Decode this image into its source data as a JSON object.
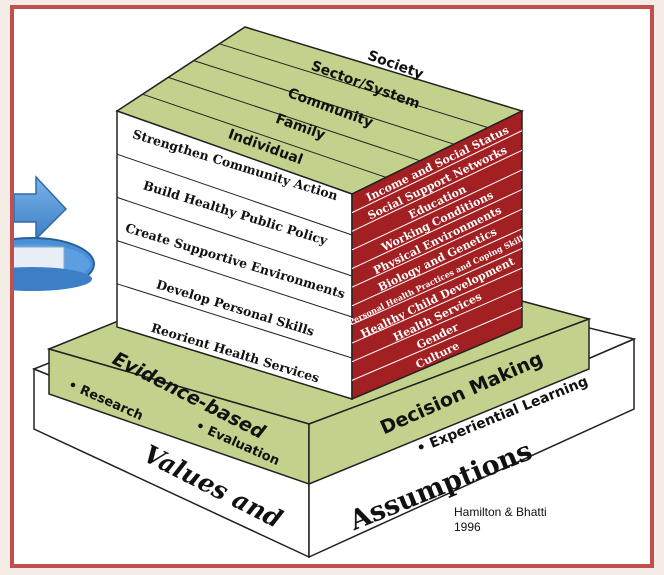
{
  "colors": {
    "frame": "#c0504d",
    "top_face": "#c2d18c",
    "right_face": "#a21f22",
    "left_face": "#ffffff",
    "platform": "#c2d18c",
    "arrow": "#4a90d9"
  },
  "top_levels": [
    "Society",
    "Sector/System",
    "Community",
    "Family",
    "Individual"
  ],
  "left_actions": [
    "Strengthen Community Action",
    "Build Healthy Public Policy",
    "Create Supportive Environments",
    "Develop Personal Skills",
    "Reorient Health Services"
  ],
  "right_determinants": [
    "Income and Social Status",
    "Social Support Networks",
    "Education",
    "Working Conditions",
    "Physical Environments",
    "Biology and Genetics",
    "Personal Health Practices and Coping Skills",
    "Healthy Child Development",
    "Health Services",
    "Gender",
    "Culture"
  ],
  "platform": {
    "left_top": "Evidence-based",
    "right_top": "Decision Making",
    "left_items": [
      "• Research",
      "• Evaluation"
    ],
    "right_items": [
      "• Experiential Learning"
    ]
  },
  "base": {
    "left": "Values and",
    "right": "Assumptions"
  },
  "credit": {
    "line1": "Hamilton & Bhatti",
    "line2": "1996"
  }
}
